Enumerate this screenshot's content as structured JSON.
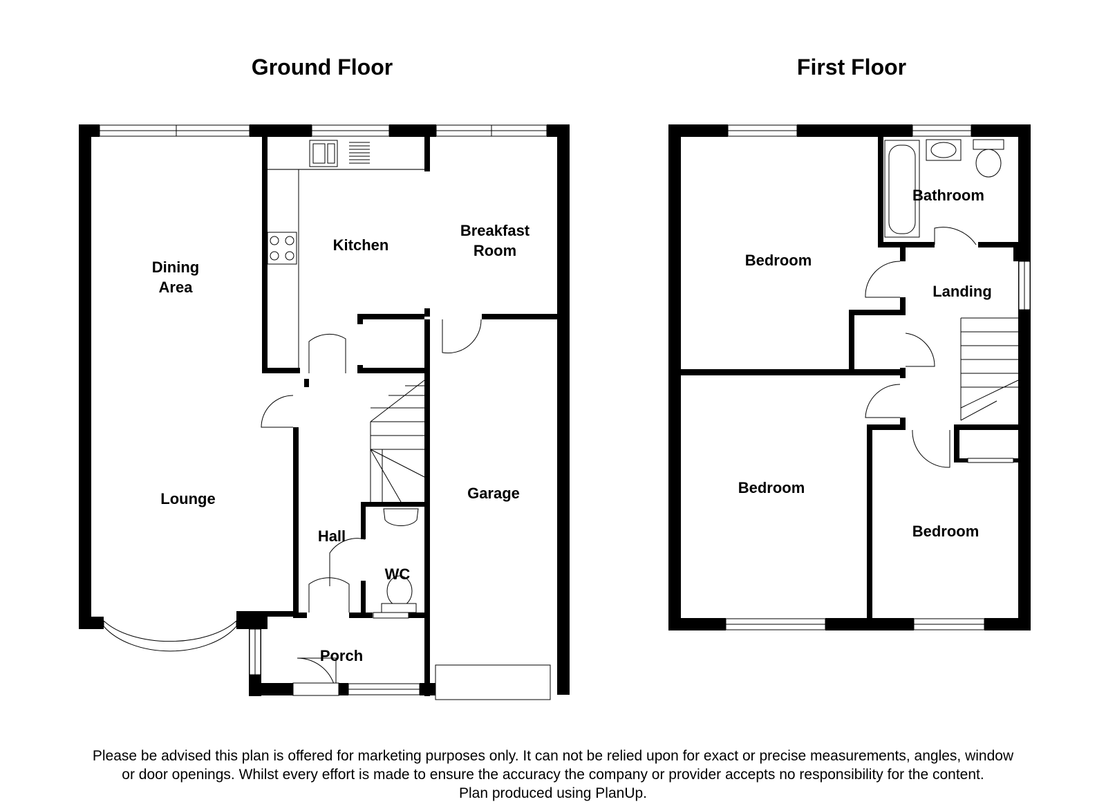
{
  "ground_floor": {
    "title": "Ground Floor",
    "rooms": {
      "dining_area_line1": "Dining",
      "dining_area_line2": "Area",
      "kitchen": "Kitchen",
      "breakfast_line1": "Breakfast",
      "breakfast_line2": "Room",
      "lounge": "Lounge",
      "hall": "Hall",
      "wc": "WC",
      "garage": "Garage",
      "porch": "Porch"
    }
  },
  "first_floor": {
    "title": "First Floor",
    "rooms": {
      "bathroom": "Bathroom",
      "bedroom_1": "Bedroom",
      "landing": "Landing",
      "bedroom_2": "Bedroom",
      "bedroom_3": "Bedroom"
    }
  },
  "disclaimer": {
    "line1": "Please be advised this plan is offered for marketing purposes only. It can not be relied upon for exact or precise measurements, angles, window",
    "line2": "or door openings. Whilst every effort is made to ensure the accuracy the company or provider accepts no responsibility for the content.",
    "line3": "Plan produced using PlanUp."
  }
}
